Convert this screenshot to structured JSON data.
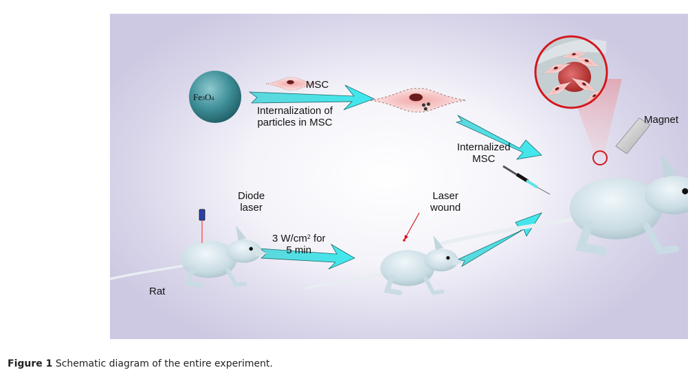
{
  "figure": {
    "caption_label": "Figure 1",
    "caption_text": "Schematic diagram of the entire experiment."
  },
  "labels": {
    "particle_element1": "Fe",
    "particle_sub1": "3",
    "particle_element2": "O",
    "particle_sub2": "4",
    "msc": "MSC",
    "internalization_line1": "Internalization of",
    "internalization_line2": "particles in MSC",
    "internalized_line1": "Internalized",
    "internalized_line2": "MSC",
    "magnet": "Magnet",
    "diode_line1": "Diode",
    "diode_line2": "laser",
    "laser_wound_line1": "Laser",
    "laser_wound_line2": "wound",
    "dose_prefix": "3 W/cm",
    "dose_sup": "2",
    "dose_suffix": " for",
    "dose_line2": "5 min",
    "rat": "Rat"
  },
  "colors": {
    "arrow": "#4fe3e6",
    "arrow_edge": "#1a6a6e",
    "sphere": "#3c8e98",
    "highlight_circle": "#d4161c",
    "rat_body": "#d4e4ea",
    "cell": "#f5c9c9"
  }
}
